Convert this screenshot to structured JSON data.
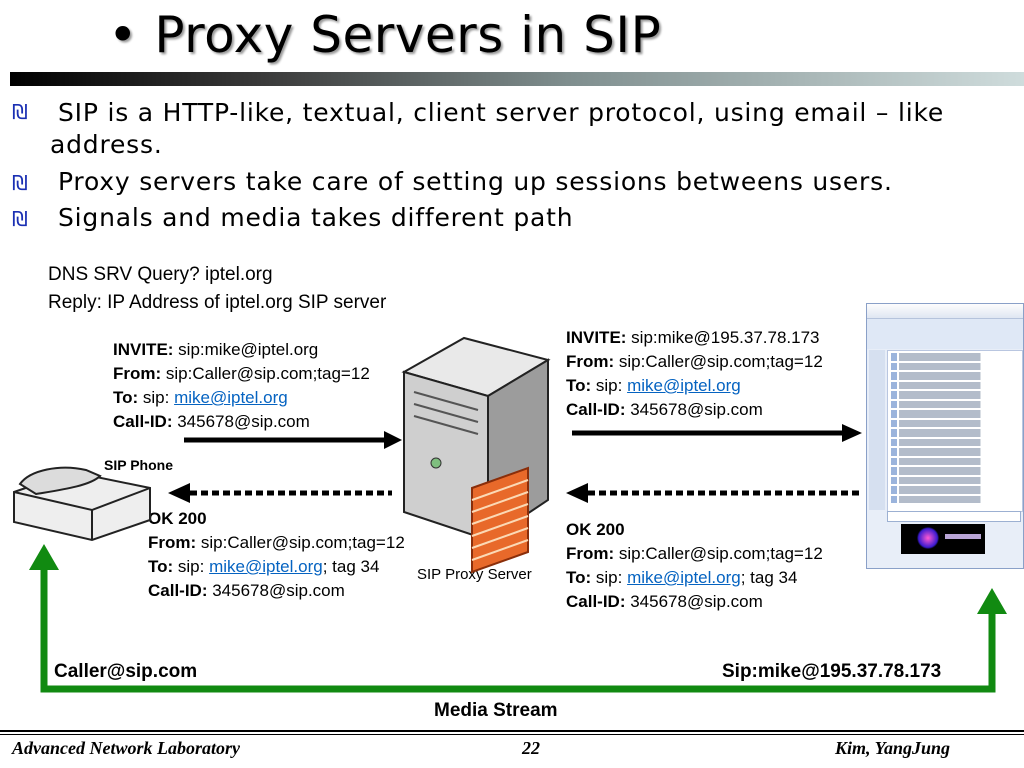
{
  "title": "• Proxy Servers in SIP",
  "bullets": [
    {
      "line1": "SIP is a HTTP-like, textual, client server protocol, using email –  like",
      "line2": "address."
    },
    {
      "line1": "Proxy servers take care of setting up sessions  betweens users."
    },
    {
      "line1": "Signals and media takes different path"
    }
  ],
  "bullet_marker": "₪",
  "dns": {
    "line1": "DNS SRV Query? iptel.org",
    "line2": "Reply: IP Address of iptel.org SIP server"
  },
  "invite_left": {
    "invite_label": "INVITE:",
    "invite_value": " sip:mike@iptel.org",
    "from_label": "From:",
    "from_value": " sip:Caller@sip.com;tag=12",
    "to_label": "To:",
    "to_prefix": " sip: ",
    "to_link": "mike@iptel.org",
    "callid_label": "Call-ID:",
    "callid_value": " 345678@sip.com"
  },
  "invite_right": {
    "invite_label": "INVITE:",
    "invite_value": " sip:mike@195.37.78.173",
    "from_label": "From:",
    "from_value": " sip:Caller@sip.com;tag=12",
    "to_label": "To:",
    "to_prefix": " sip: ",
    "to_link": "mike@iptel.org",
    "callid_label": "Call-ID:",
    "callid_value": " 345678@sip.com"
  },
  "ok_left": {
    "status": "OK 200",
    "from_label": "From:",
    "from_value": " sip:Caller@sip.com;tag=12",
    "to_label": "To:",
    "to_prefix": " sip: ",
    "to_link": "mike@iptel.org",
    "to_suffix": "; tag 34",
    "callid_label": "Call-ID:",
    "callid_value": " 345678@sip.com"
  },
  "ok_right": {
    "status": "OK 200",
    "from_label": "From:",
    "from_value": " sip:Caller@sip.com;tag=12",
    "to_label": "To:",
    "to_prefix": " sip: ",
    "to_link": "mike@iptel.org",
    "to_suffix": "; tag 34",
    "callid_label": "Call-ID:",
    "callid_value": " 345678@sip.com"
  },
  "sip_phone_label": "SIP Phone",
  "proxy_label": "SIP Proxy Server",
  "caller_label": "Caller@sip.com",
  "callee_label": "Sip:mike@195.37.78.173",
  "media_label": "Media Stream",
  "footer": {
    "left": "Advanced Network Laboratory",
    "center": "22",
    "right": "Kim, YangJung"
  },
  "colors": {
    "media_arrow": "#118a11",
    "bullet": "#1a2fb3",
    "link": "#0563c1"
  }
}
